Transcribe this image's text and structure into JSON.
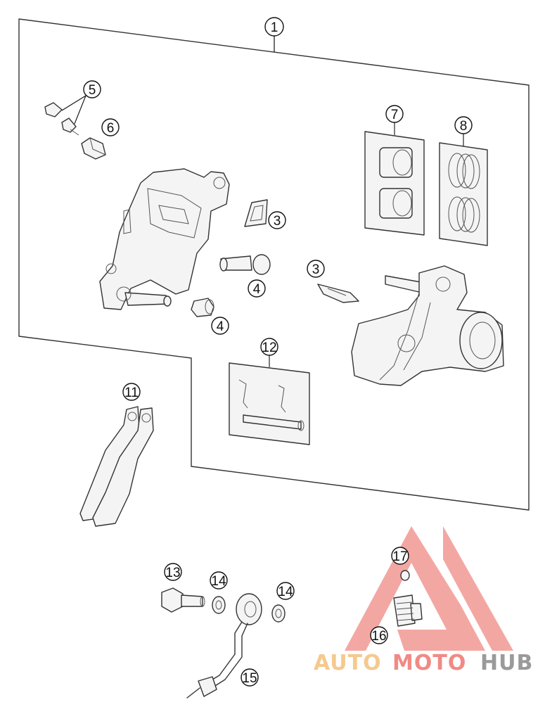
{
  "callouts": {
    "c1": "1",
    "c3a": "3",
    "c3b": "3",
    "c4a": "4",
    "c4b": "4",
    "c5": "5",
    "c6": "6",
    "c7": "7",
    "c8": "8",
    "c11": "11",
    "c12": "12",
    "c13": "13",
    "c14a": "14",
    "c14b": "14",
    "c15": "15",
    "c16": "16",
    "c17": "17"
  },
  "watermark": {
    "part1": "AUTO",
    "part2": "MOTO",
    "part3": "HUB",
    "color1": "#f5c98f",
    "color2": "#f08a85",
    "color3": "#9a9a9a"
  }
}
